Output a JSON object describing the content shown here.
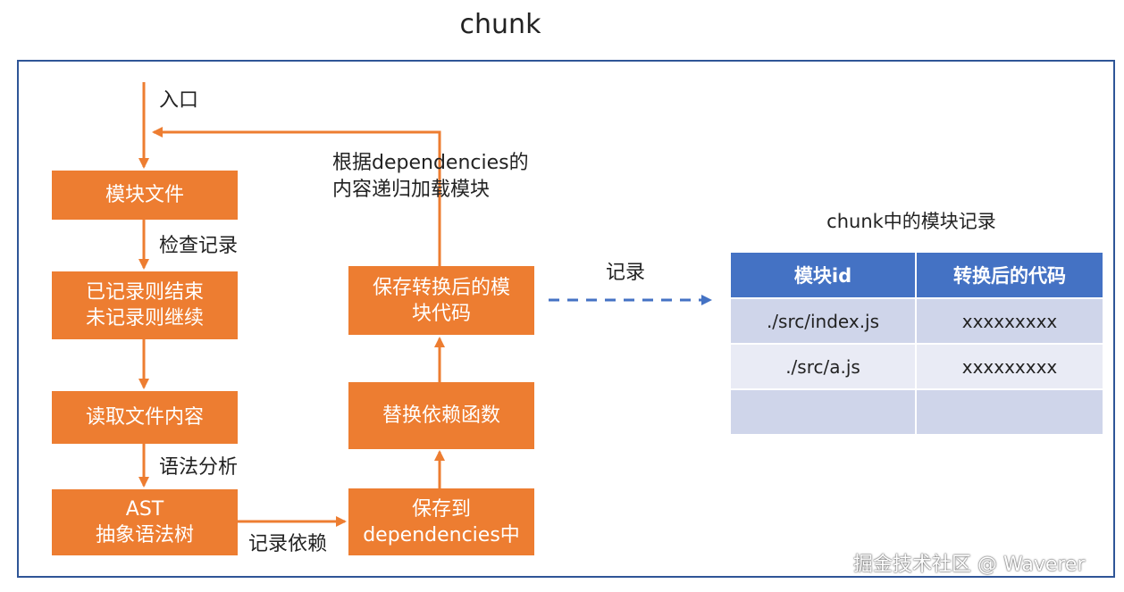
{
  "title": "chunk",
  "flow": {
    "entry_label": "入口",
    "boxes": {
      "module_file": [
        "模块文件"
      ],
      "check_record": [
        "已记录则结束",
        "未记录则继续"
      ],
      "read_file": [
        "读取文件内容"
      ],
      "ast": [
        "AST",
        "抽象语法树"
      ],
      "save_deps": [
        "保存到",
        "dependencies中"
      ],
      "replace_deps": [
        "替换依赖函数"
      ],
      "save_transformed": [
        "保存转换后的模",
        "块代码"
      ]
    },
    "edge_labels": {
      "check_record": "检查记录",
      "syntax_analysis": "语法分析",
      "record_deps": "记录依赖",
      "recursive_load": [
        "根据dependencies的",
        "内容递归加载模块"
      ],
      "record": "记录"
    }
  },
  "record_table": {
    "caption": "chunk中的模块记录",
    "columns": [
      "模块id",
      "转换后的代码"
    ],
    "rows": [
      [
        "./src/index.js",
        "xxxxxxxxx"
      ],
      [
        "./src/a.js",
        "xxxxxxxxx"
      ],
      [
        "",
        ""
      ]
    ]
  },
  "colors": {
    "box_fill": "#ed7d31",
    "arrow": "#ed7d31",
    "frame": "#2f5597",
    "dashed_arrow": "#4472c4",
    "table_header": "#4472c4",
    "table_row_dark": "#cfd5ea",
    "table_row_light": "#e9ebf5"
  },
  "watermark": "掘金技术社区 @ Waverer"
}
